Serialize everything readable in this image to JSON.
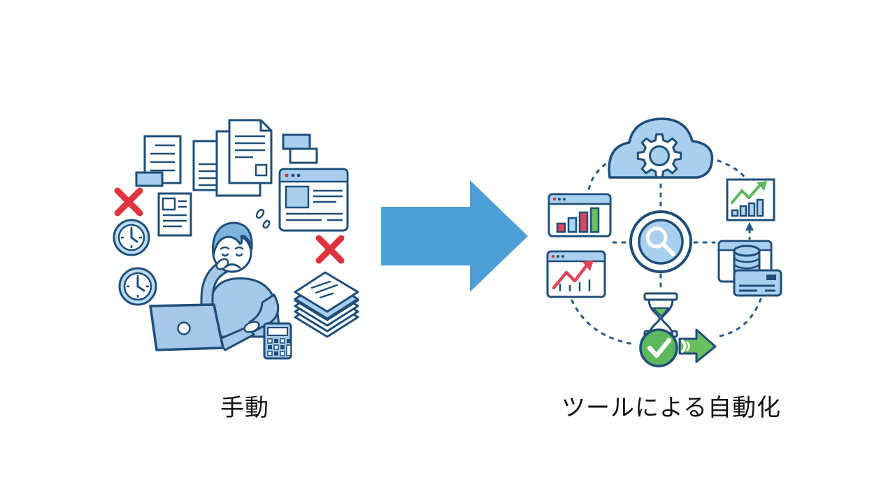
{
  "colors": {
    "outline": "#1f4e79",
    "light_blue": "#a9cfef",
    "mid_blue": "#a5c8e8",
    "hair_blue": "#7db5e0",
    "arrow_blue": "#4d9fd6",
    "alert_red": "#e0333e",
    "chart_red": "#e04458",
    "success_green": "#5cb85c",
    "arrow_green": "#6abf5e",
    "text": "#151515"
  },
  "left_scene": {
    "label": "手動",
    "icons": [
      "document-icon",
      "documents-pile-icon",
      "sticky-notes-icon",
      "browser-window-icon",
      "red-x-icon",
      "red-x-icon-2",
      "clock-icon",
      "clock-icon-2",
      "report-document-icon",
      "stressed-person-icon",
      "sweat-drops-icon",
      "laptop-icon",
      "calculator-icon",
      "paper-stack-icon"
    ]
  },
  "transform_arrow": {
    "direction": "right"
  },
  "right_scene": {
    "label": "ツールによる自動化",
    "icons": [
      "cloud-gear-icon",
      "bar-chart-window-icon",
      "line-chart-window-icon",
      "search-hub-icon",
      "growth-chart-panel-icon",
      "up-arrow-connector-icon",
      "database-window-icon",
      "credit-card-icon",
      "hourglass-icon",
      "check-circle-icon",
      "fast-forward-arrow-icon",
      "dashed-network-lines"
    ]
  }
}
